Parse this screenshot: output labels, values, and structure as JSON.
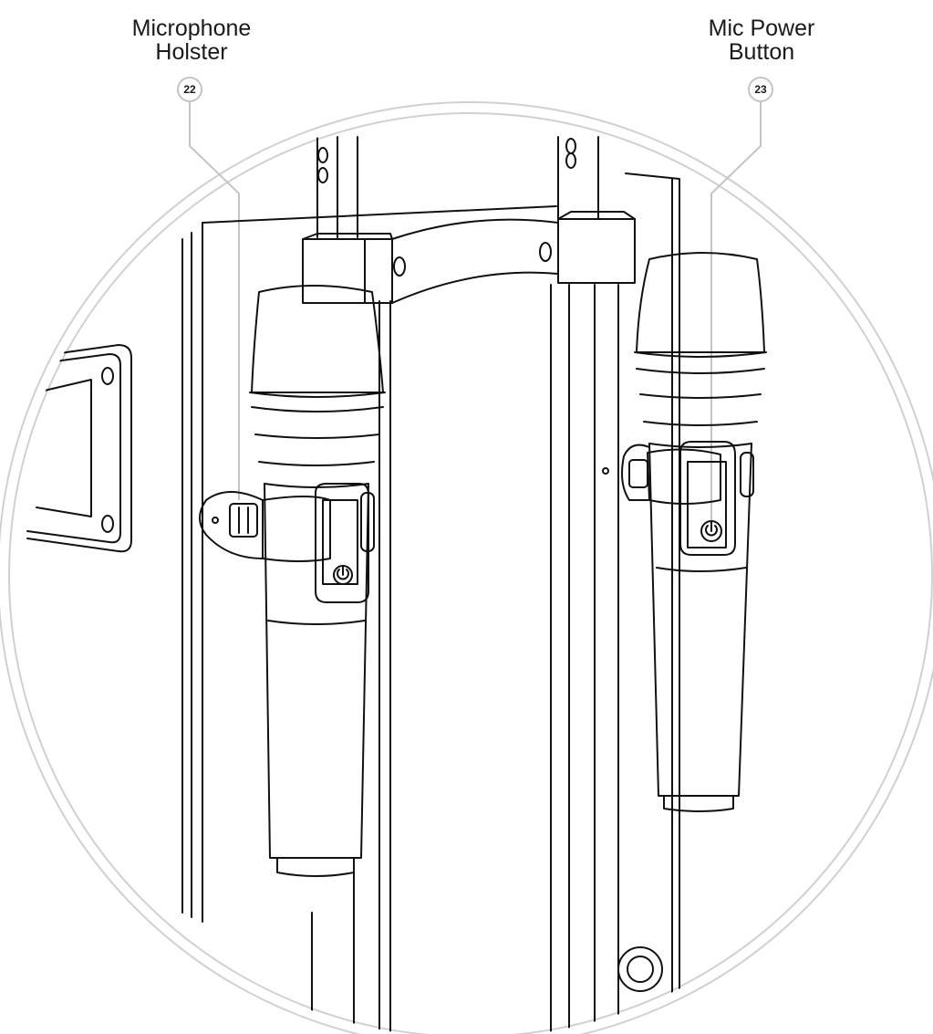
{
  "callouts": [
    {
      "number": "22",
      "line1": "Microphone",
      "line2": "Holster"
    },
    {
      "number": "23",
      "line1": "Mic Power",
      "line2": "Button"
    }
  ],
  "colors": {
    "line": "#111111",
    "leader": "#c4c4c4",
    "ring": "#d0d0d0"
  },
  "icons": [
    "power-icon"
  ]
}
